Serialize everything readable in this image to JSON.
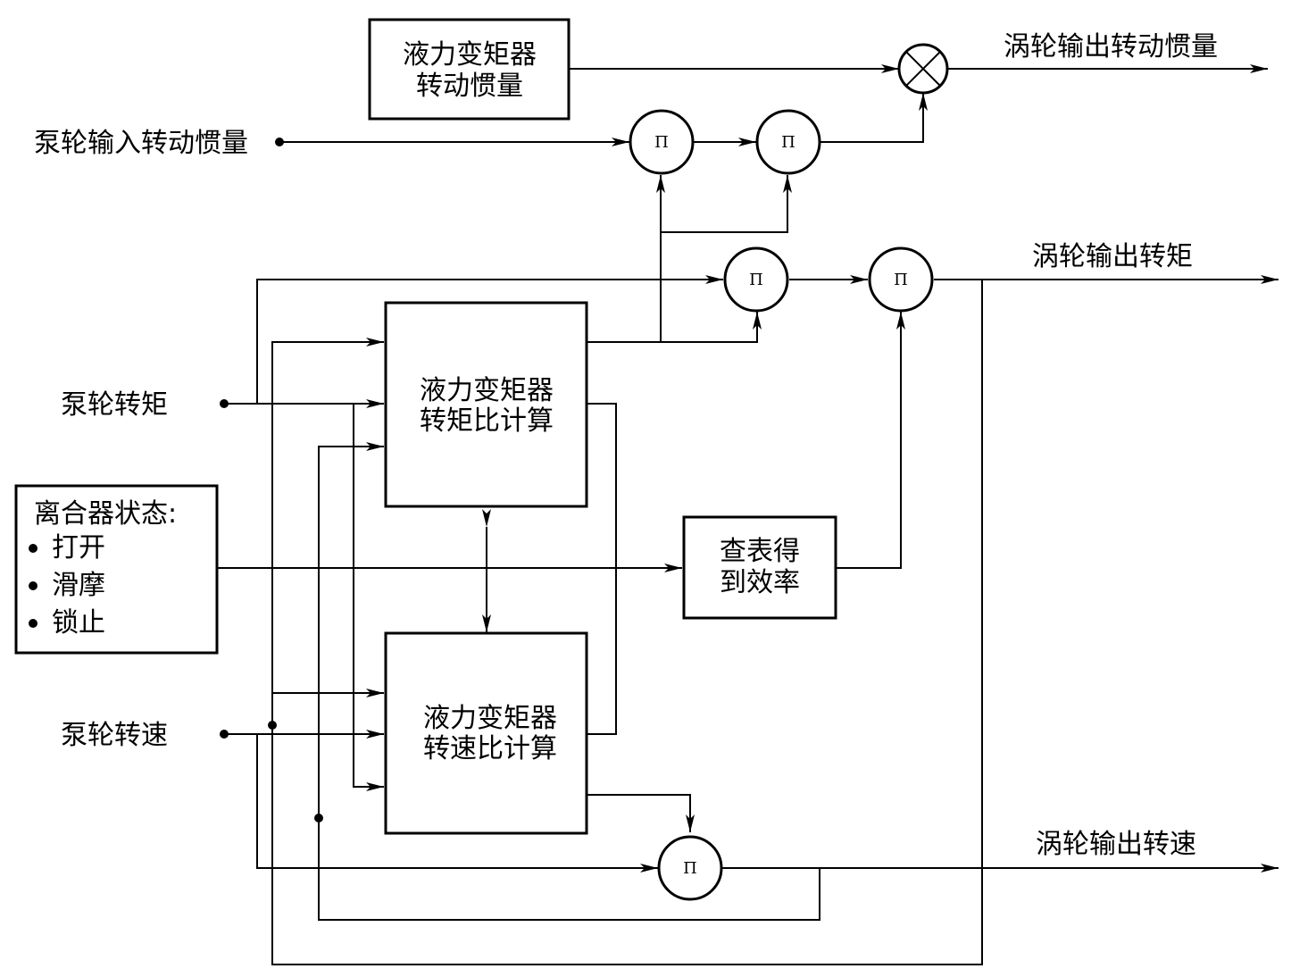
{
  "blocks": {
    "converter_inertia": [
      "液力变矩器",
      "转动惯量"
    ],
    "torque_ratio": [
      "液力变矩器",
      "转矩比计算"
    ],
    "speed_ratio": [
      "液力变矩器",
      "转速比计算"
    ],
    "efficiency_lookup": [
      "查表得",
      "到效率"
    ],
    "clutch_state": {
      "title": "离合器状态:",
      "items": [
        "打开",
        "滑摩",
        "锁止"
      ]
    }
  },
  "inputs": {
    "pump_input_inertia": "泵轮输入转动惯量",
    "pump_torque": "泵轮转矩",
    "pump_speed": "泵轮转速"
  },
  "outputs": {
    "turbine_output_inertia": "涡轮输出转动惯量",
    "turbine_output_torque": "涡轮输出转矩",
    "turbine_output_speed": "涡轮输出转速"
  },
  "operators": {
    "product_symbol": "Π"
  },
  "colors": {
    "line": "#000000",
    "background": "#ffffff"
  }
}
